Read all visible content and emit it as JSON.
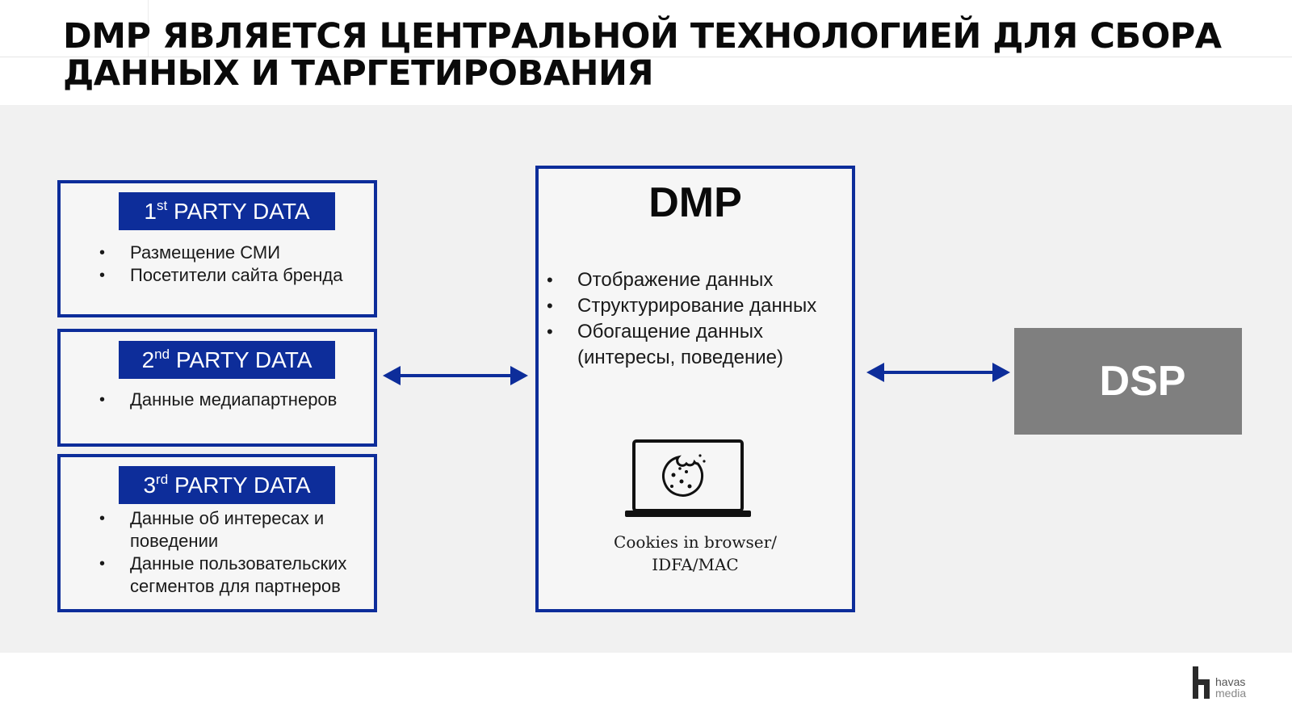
{
  "title": "DMP ЯВЛЯЕТСЯ ЦЕНТРАЛЬНОЙ ТЕХНОЛОГИЕЙ ДЛЯ СБОРА ДАННЫХ И ТАРГЕТИРОВАНИЯ",
  "party_boxes": [
    {
      "num": "1",
      "suffix": "st",
      "label": " PARTY DATA",
      "bullets": [
        "Размещение СМИ",
        "Посетители сайта бренда"
      ]
    },
    {
      "num": "2",
      "suffix": "nd",
      "label": " PARTY DATA",
      "bullets": [
        "Данные медиапартнеров"
      ]
    },
    {
      "num": "3",
      "suffix": "rd",
      "label": " PARTY DATA",
      "bullets": [
        "Данные об интересах и поведении",
        "Данные пользовательских сегментов для партнеров"
      ]
    }
  ],
  "dmp": {
    "title": "DMP",
    "bullets": [
      "Отображение данных",
      "Структурирование данных",
      "Обогащение данных (интересы, поведение)"
    ],
    "caption_line1": "Cookies in browser/",
    "caption_line2": "IDFA/MAC"
  },
  "dsp": {
    "label": "DSP"
  },
  "logo": {
    "line1": "havas",
    "line2": "media"
  },
  "colors": {
    "accent_blue": "#0d2d9a",
    "dsp_gray": "#7f7f7f",
    "band_gray": "#f1f1f1"
  },
  "icons": {
    "laptop": "laptop-icon",
    "cookie": "cookie-icon",
    "arrow": "double-arrow-icon",
    "logo": "havas-logo-icon"
  }
}
